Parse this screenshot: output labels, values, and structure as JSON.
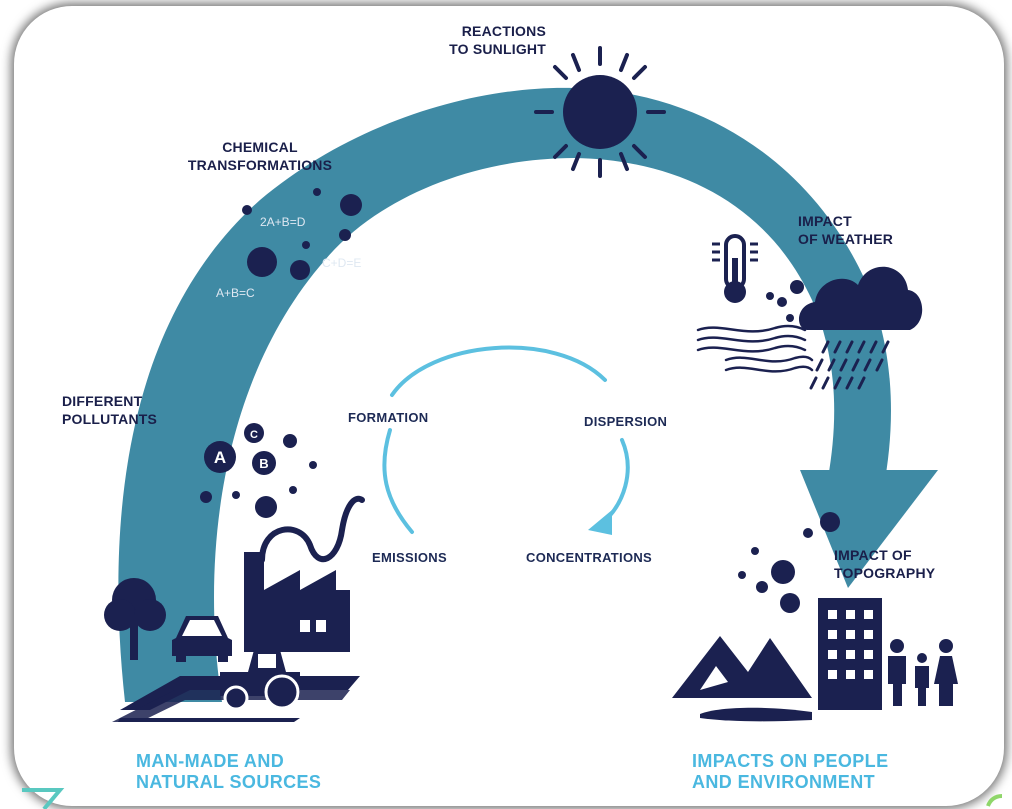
{
  "colors": {
    "arc": "#3f8aa4",
    "arc_dark": "#2f6f88",
    "inner_cycle": "#5cc0e0",
    "navy": "#1b2150",
    "footer_text": "#4ab8e0",
    "equation_text": "#dfe8f2"
  },
  "labels": {
    "reactions_to_sunlight": "REACTIONS\nTO SUNLIGHT",
    "chemical_transformations": "CHEMICAL\nTRANSFORMATIONS",
    "different_pollutants": "DIFFERENT\nPOLLUTANTS",
    "impact_of_weather": "IMPACT\nOF WEATHER",
    "impact_of_topography": "IMPACT OF\nTOPOGRAPHY"
  },
  "equations": [
    "2A+B=D",
    "C+D=E",
    "A+B=C"
  ],
  "pollutant_bubbles": [
    "A",
    "B",
    "C"
  ],
  "cycle": {
    "formation": "FORMATION",
    "dispersion": "DISPERSION",
    "emissions": "EMISSIONS",
    "concentrations": "CONCENTRATIONS"
  },
  "footer": {
    "sources": "MAN-MADE AND\nNATURAL SOURCES",
    "impacts": "IMPACTS ON PEOPLE\nAND ENVIRONMENT"
  },
  "icons": [
    "sun-icon",
    "thermometer-icon",
    "rain-cloud-icon",
    "wind-icon",
    "tree-icon",
    "car-icon",
    "factory-icon",
    "tractor-icon",
    "field-icon",
    "mountains-icon",
    "building-icon",
    "family-icon",
    "lake-icon"
  ]
}
